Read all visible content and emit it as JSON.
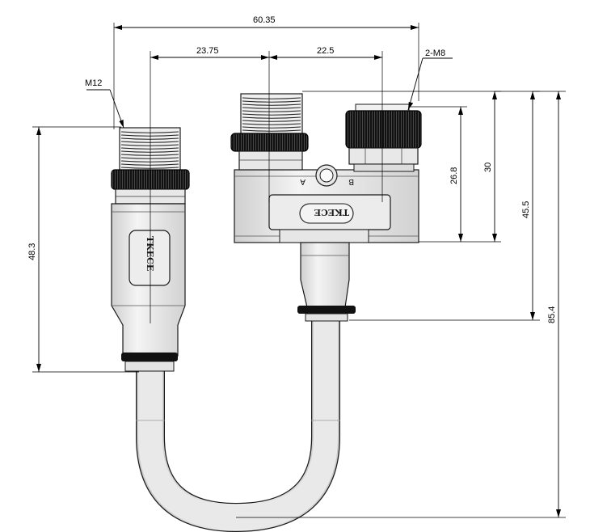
{
  "dimensions": {
    "overall_width": "60.35",
    "m12_to_a": "23.75",
    "a_to_b": "22.5",
    "m8_label": "2-M8",
    "m12_label": "M12",
    "left_height": "48.3",
    "m8_height": "26.8",
    "body_height": "30",
    "tee_height": "45.5",
    "total_height": "85.4"
  },
  "brand": "TKECE",
  "ports": {
    "a": "A",
    "b": "B"
  },
  "colors": {
    "line": "#000000",
    "body_fill": "#e6e6e6",
    "body_fill_light": "#f2f2f2",
    "knurl": "#111111",
    "cable": "#dcdcdc"
  }
}
